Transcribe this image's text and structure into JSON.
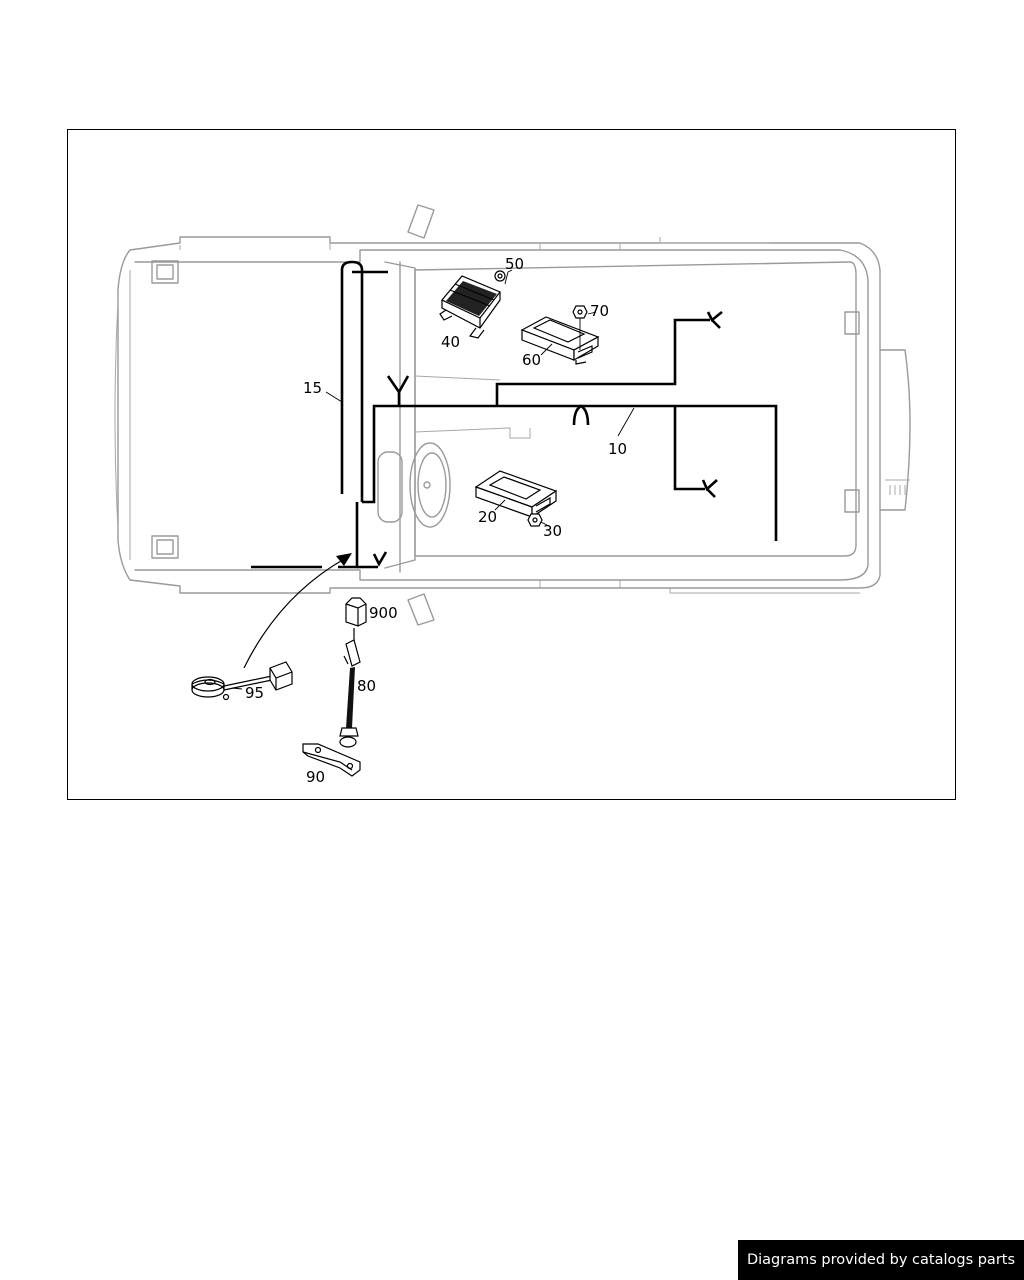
{
  "diagram": {
    "callouts": {
      "p10": "10",
      "p15": "15",
      "p20": "20",
      "p30": "30",
      "p40": "40",
      "p50": "50",
      "p60": "60",
      "p70": "70",
      "p80": "80",
      "p90": "90",
      "p95": "95",
      "p900": "900"
    }
  },
  "footer": {
    "credit": "Diagrams provided by catalogs parts"
  },
  "colors": {
    "outline": "#9a9a9a",
    "harness": "#000000",
    "badge_bg": "#000000",
    "badge_text": "#ffffff"
  }
}
